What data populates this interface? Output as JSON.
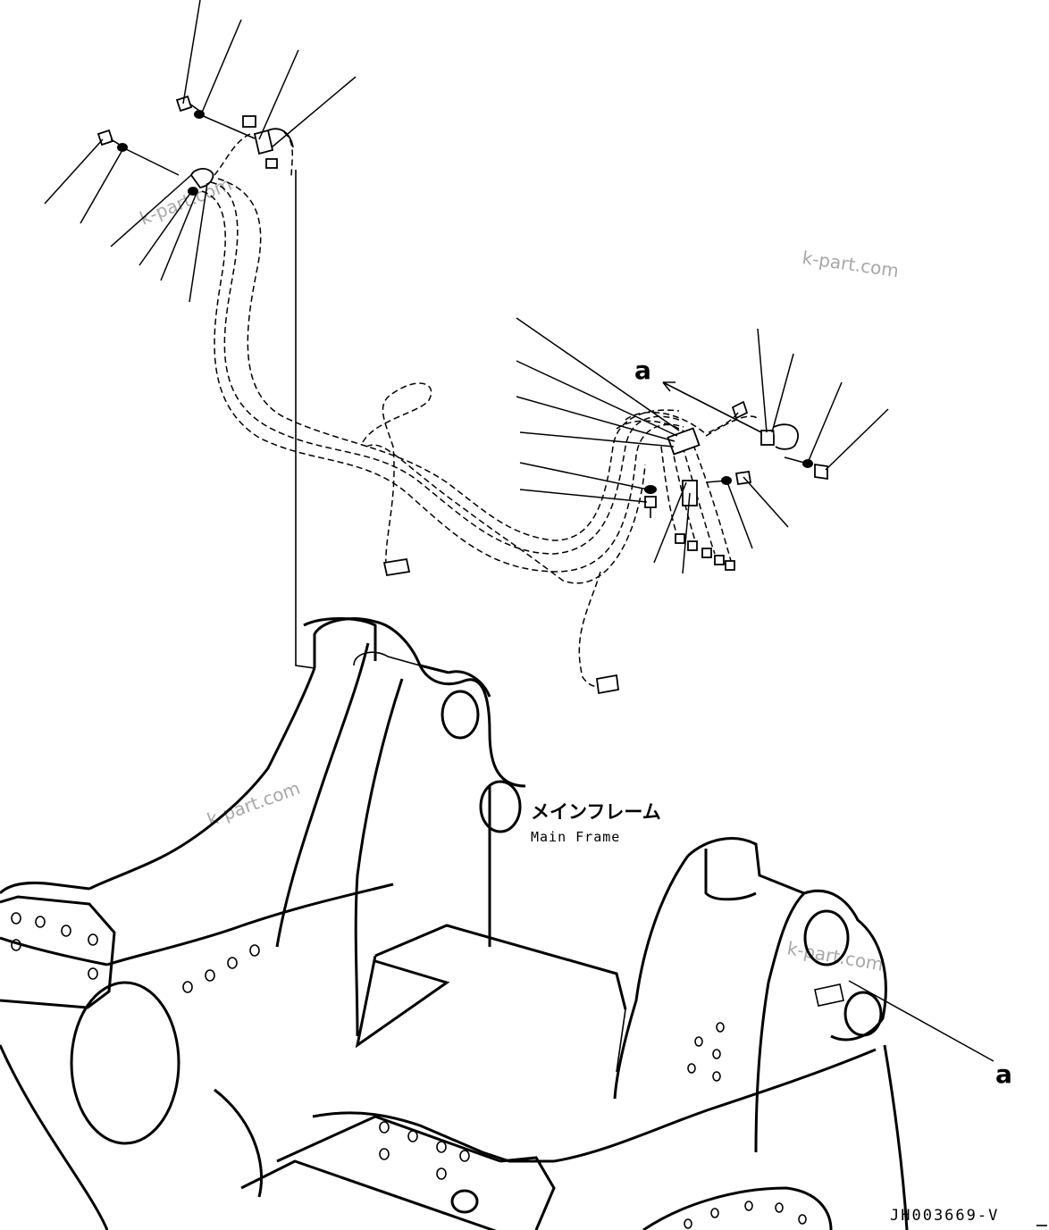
{
  "labels": {
    "main_frame_jp": "メインフレーム",
    "main_frame_en": "Main Frame",
    "ref_a_top": "a",
    "ref_a_bottom": "a",
    "drawing_code": "JH003669-V"
  },
  "watermarks": [
    "k-part.com",
    "k-part.com",
    "k-part.com",
    "k-part.com"
  ],
  "colors": {
    "line": "#000000",
    "watermark": "#a8a8a8",
    "background": "#ffffff"
  }
}
